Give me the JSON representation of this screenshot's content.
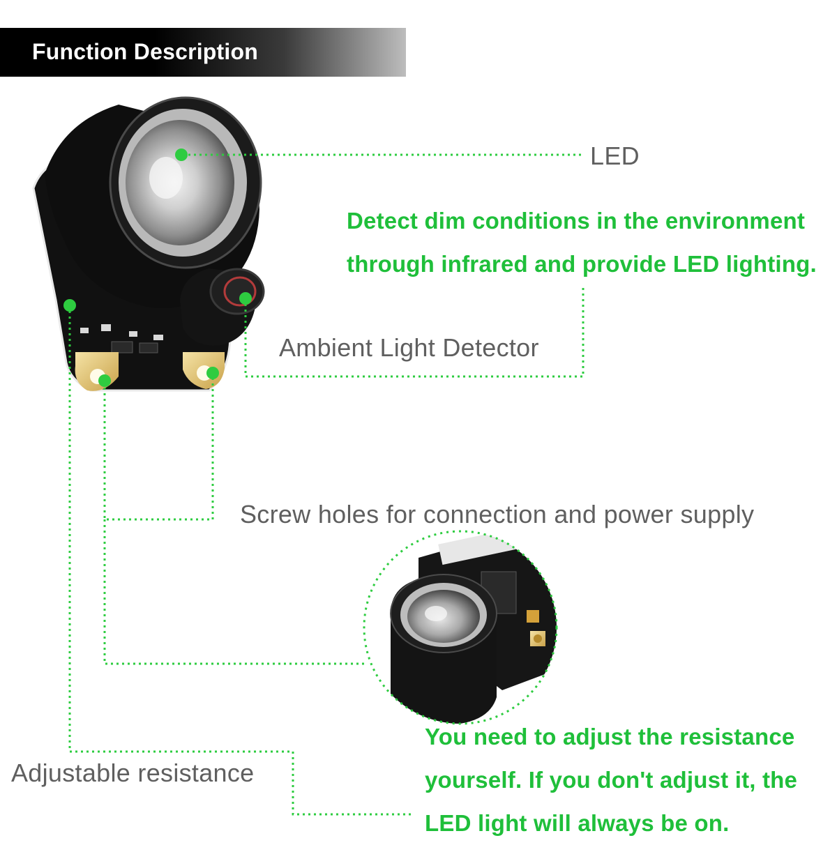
{
  "header": {
    "title": "Function Description"
  },
  "labels": {
    "led": "LED",
    "ambient": "Ambient Light Detector",
    "screw": "Screw holes for connection and power supply",
    "adjustable": "Adjustable resistance"
  },
  "descriptions": {
    "led_line1": "Detect dim conditions in the environment",
    "led_line2": "through infrared and provide LED lighting.",
    "resistance_line1": "You need to adjust the resistance",
    "resistance_line2": "yourself. If you don't adjust it, the",
    "resistance_line3": "LED light will always be on."
  },
  "colors": {
    "accent_green": "#1fbf3a",
    "callout_dot": "#2ecc40",
    "label_gray": "#5f5f5f",
    "header_bg": "#000000"
  }
}
